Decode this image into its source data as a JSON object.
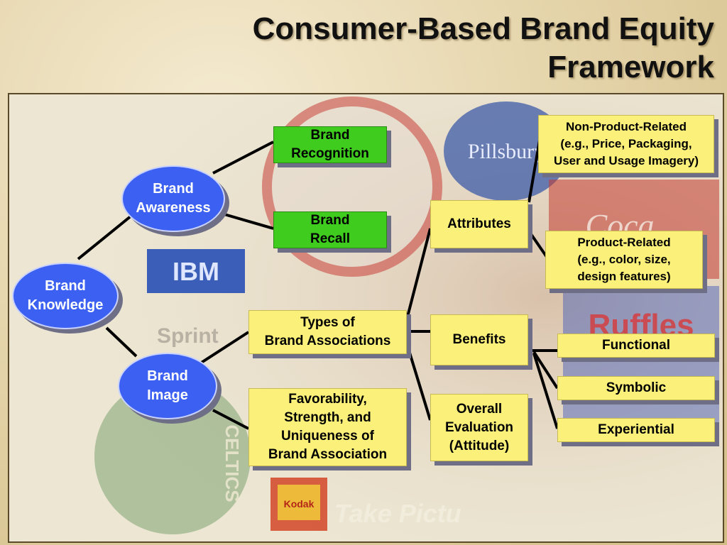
{
  "title_line1": "Consumer-Based Brand Equity",
  "title_line2": "Framework",
  "background_logos": {
    "ibm": "IBM",
    "pillsbury": "Pillsbury",
    "sprint": "Sprint",
    "kodak": "Kodak",
    "take_pictures": "Take Pictu",
    "coca_cola": "Coca",
    "ruffles": "Ruffles",
    "celtics": "CELTICS"
  },
  "nodes": {
    "brand_knowledge": [
      "Brand",
      "Knowledge"
    ],
    "brand_awareness": [
      "Brand",
      "Awareness"
    ],
    "brand_image": [
      "Brand",
      "Image"
    ],
    "brand_recognition": [
      "Brand",
      "Recognition"
    ],
    "brand_recall": [
      "Brand",
      "Recall"
    ],
    "types_of_associations": [
      "Types of",
      "Brand Associations"
    ],
    "favorability": [
      "Favorability,",
      "Strength, and",
      "Uniqueness of",
      "Brand Association"
    ],
    "attributes": [
      "Attributes"
    ],
    "benefits": [
      "Benefits"
    ],
    "overall_evaluation": [
      "Overall",
      "Evaluation",
      "(Attitude)"
    ],
    "non_product_related": [
      "Non-Product-Related",
      "(e.g., Price, Packaging,",
      "User and Usage Imagery)"
    ],
    "product_related": [
      "Product-Related",
      "(e.g., color, size,",
      "design features)"
    ],
    "functional": [
      "Functional"
    ],
    "symbolic": [
      "Symbolic"
    ],
    "experiential": [
      "Experiential"
    ]
  },
  "colors": {
    "oval_blue": "#3c61f2",
    "box_yellow": "#fbf079",
    "box_green": "#3fcc1e",
    "shadow": "#6e6e86",
    "connector": "#000000"
  }
}
